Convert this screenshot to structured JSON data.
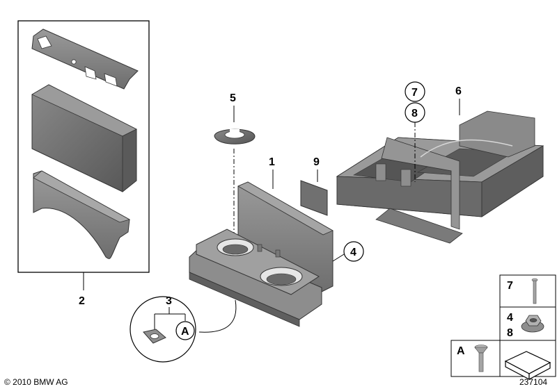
{
  "callouts": {
    "part_1": "1",
    "part_2": "2",
    "part_3": "3",
    "part_4": "4",
    "part_5": "5",
    "part_6": "6",
    "part_7": "7",
    "part_8": "8",
    "part_9": "9",
    "detail_a": "A"
  },
  "legend": {
    "row_1_label": "7",
    "row_2_label_top": "4",
    "row_2_label_bottom": "8",
    "row_3_label": "A"
  },
  "footer": {
    "copyright": "© 2010 BMW AG",
    "diagram_number": "237104"
  }
}
